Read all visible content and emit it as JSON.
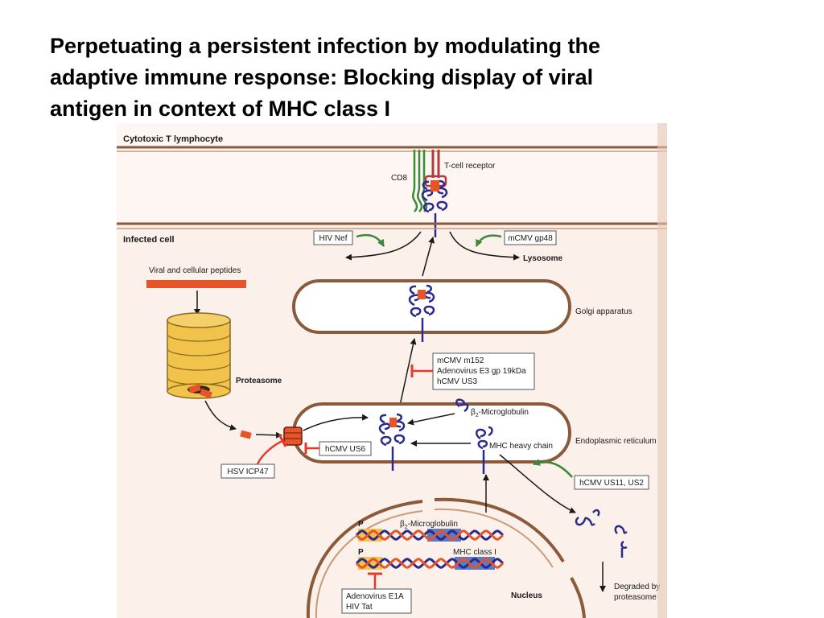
{
  "title_lines": [
    "Perpetuating a persistent infection by modulating the",
    "adaptive immune response: Blocking display of viral",
    "antigen in context of MHC class I"
  ],
  "colors": {
    "background": "#ffffff",
    "figure_paper": "#fbf0ea",
    "membrane": "#8a5a3a",
    "peptide": "#e8542a",
    "inhibitor": "#e53a2a",
    "promoter": "#3a8a3a",
    "protein": "#2a2a8a",
    "proteasome": "#f2c34a"
  },
  "figure": {
    "ctl_label": "Cytotoxic T lymphocyte",
    "infected_label": "Infected cell",
    "cd8": "CD8",
    "tcr": "T-cell receptor",
    "hiv_nef": "HIV Nef",
    "mcmv_gp48": "mCMV gp48",
    "lysosome": "Lysosome",
    "peptides": "Viral and cellular peptides",
    "golgi": "Golgi apparatus",
    "inhibitors_golgi": [
      "mCMV m152",
      "Adenovirus E3 gp 19kDa",
      "hCMV US3"
    ],
    "proteasome": "Proteasome",
    "b2m_prefix": "β",
    "b2m_sub": "2",
    "b2m_suffix": "-Microglobulin",
    "hcmv_us6": "hCMV US6",
    "mhc_heavy": "MHC heavy chain",
    "er": "Endoplasmic reticulum",
    "hsv_icp47": "HSV ICP47",
    "hcmv_us11": "hCMV US11, US2",
    "promoter": "P",
    "mhc_class1": "MHC class I",
    "nucleus": "Nucleus",
    "inhibitors_nucleus": [
      "Adenovirus E1A",
      "HIV Tat"
    ],
    "degraded": [
      "Degraded by",
      "proteasome"
    ]
  }
}
